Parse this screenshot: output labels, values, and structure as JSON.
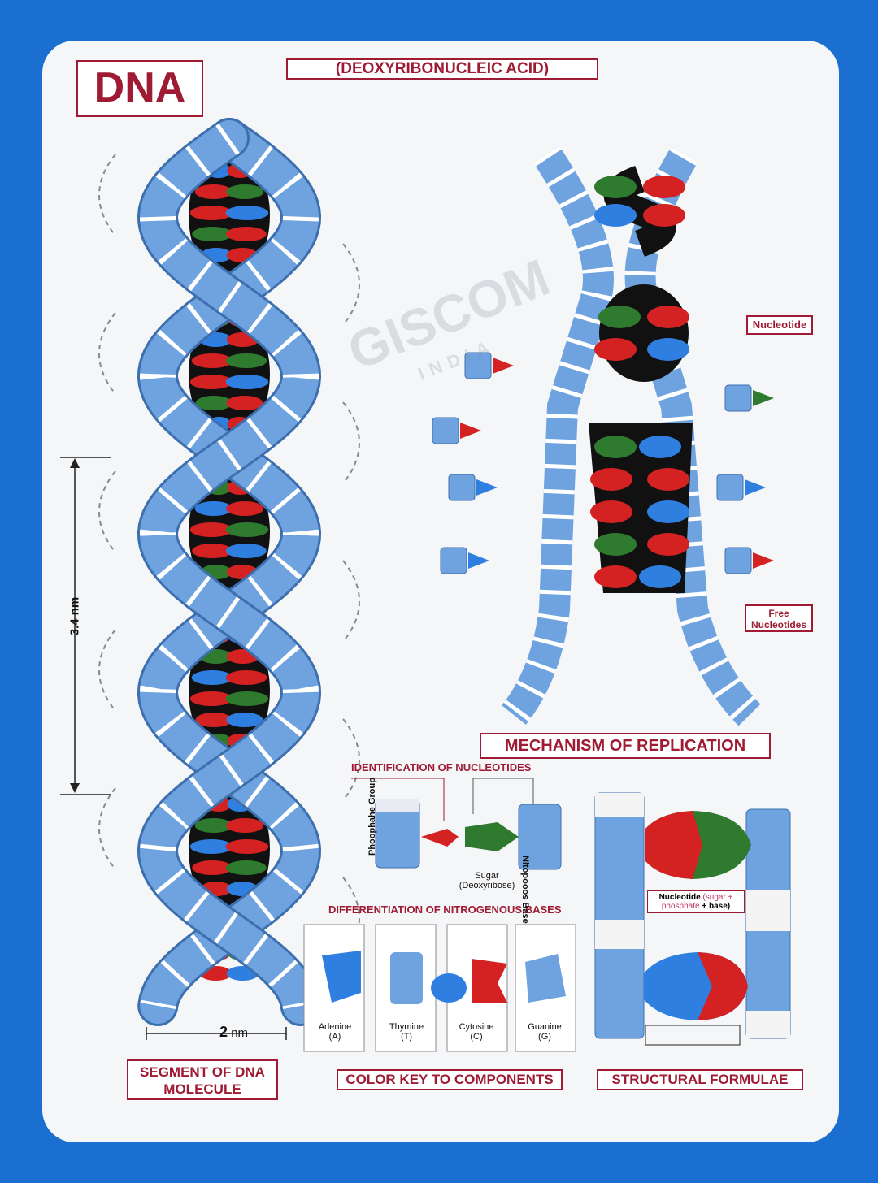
{
  "title": "DNA",
  "subtitle": "(DEOXYRIBONUCLEIC ACID)",
  "watermark": {
    "main": "GISCOM",
    "sub": "INDIA"
  },
  "segment": {
    "label": "SEGMENT OF DNA MOLECULE",
    "pitch_label": "3.4 nm",
    "width_value": "2",
    "width_unit": "nm"
  },
  "replication": {
    "label": "MECHANISM OF REPLICATION",
    "nucleotide_label": "Nucleotide",
    "free_label": "Free Nucleotides"
  },
  "identification": {
    "heading": "IDENTIFICATION OF NUCLEOTIDES",
    "phosphate": "Phoophahe Group",
    "base": "Nitopooos Base",
    "sugar": "Sugar",
    "sugar_sub": "(Deoxyribose)"
  },
  "differentiation": {
    "heading": "DIFFERENTIATION OF NITROGENOUS BASES",
    "bases": [
      {
        "name": "Adenine",
        "code": "(A)"
      },
      {
        "name": "Thymine",
        "code": "(T)"
      },
      {
        "name": "Cytosine",
        "code": "(C)"
      },
      {
        "name": "Guanine",
        "code": "(G)"
      }
    ]
  },
  "color_key_label": "COLOR KEY TO COMPONENTS",
  "structural": {
    "label": "STRUCTURAL FORMULAE",
    "note_title": "Nucleotide",
    "note_detail_a": "(sugar +",
    "note_detail_b": "phosphate",
    "note_detail_c": "+ base)"
  },
  "colors": {
    "background": "#1a6fd0",
    "backbone": "#6fa3e0",
    "red": "#d42121",
    "green": "#2e7a2e",
    "blue": "#2f7fe0",
    "label": "#9e1b33"
  }
}
